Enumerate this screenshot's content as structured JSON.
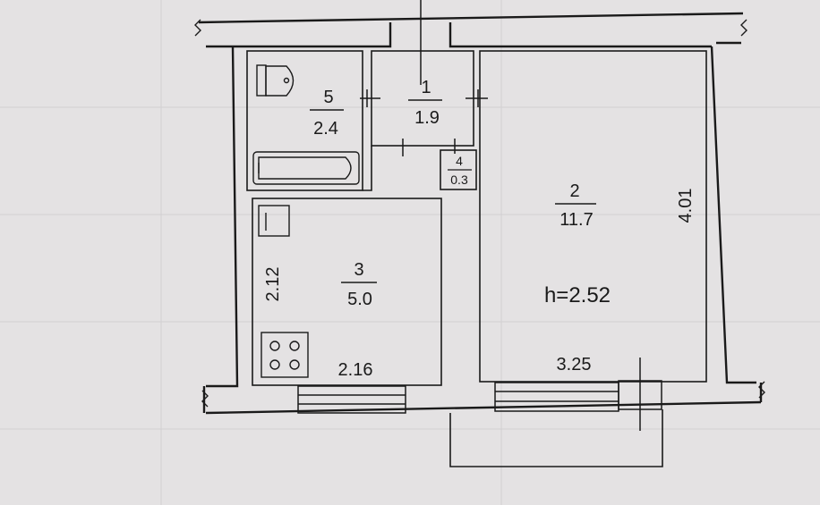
{
  "plan": {
    "rooms": [
      {
        "number": "1",
        "area": "1.9"
      },
      {
        "number": "2",
        "area": "11.7"
      },
      {
        "number": "3",
        "area": "5.0"
      },
      {
        "number": "4",
        "area": "0.3"
      },
      {
        "number": "5",
        "area": "2.4"
      }
    ],
    "ceiling_height": "h=2.52",
    "dimensions": {
      "room2_depth": "4.01",
      "room2_width": "3.25",
      "room3_depth": "2.12",
      "room3_width": "2.16"
    }
  }
}
